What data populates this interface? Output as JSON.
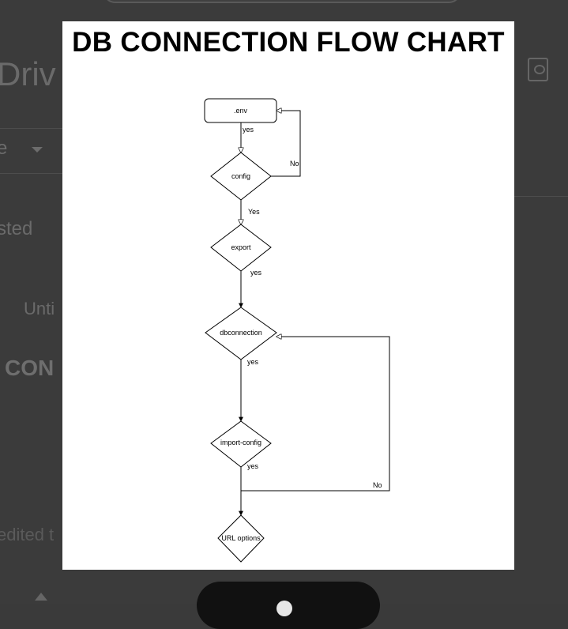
{
  "background": {
    "app_name": "Driv",
    "new_button_label": "e",
    "suggested_label": "sted",
    "file_name": "Unti",
    "doc_title_fragment": "CON",
    "edited_label": "edited t"
  },
  "preview": {
    "title": "DB CONNECTION FLOW CHART",
    "nodes": {
      "env": ".env",
      "config": "config",
      "export": "export",
      "dbconnection": "dbconnection",
      "import_config": "import-config",
      "url_options": "URL options"
    },
    "edge_labels": {
      "env_yes": "yes",
      "config_no": "No",
      "config_yes": "Yes",
      "export_yes": "yes",
      "db_yes": "yes",
      "import_yes": "yes",
      "import_no": "No"
    }
  },
  "colors": {
    "overlay_bg": "#3b3b3b",
    "preview_bg": "#ffffff",
    "stroke": "#000000"
  }
}
